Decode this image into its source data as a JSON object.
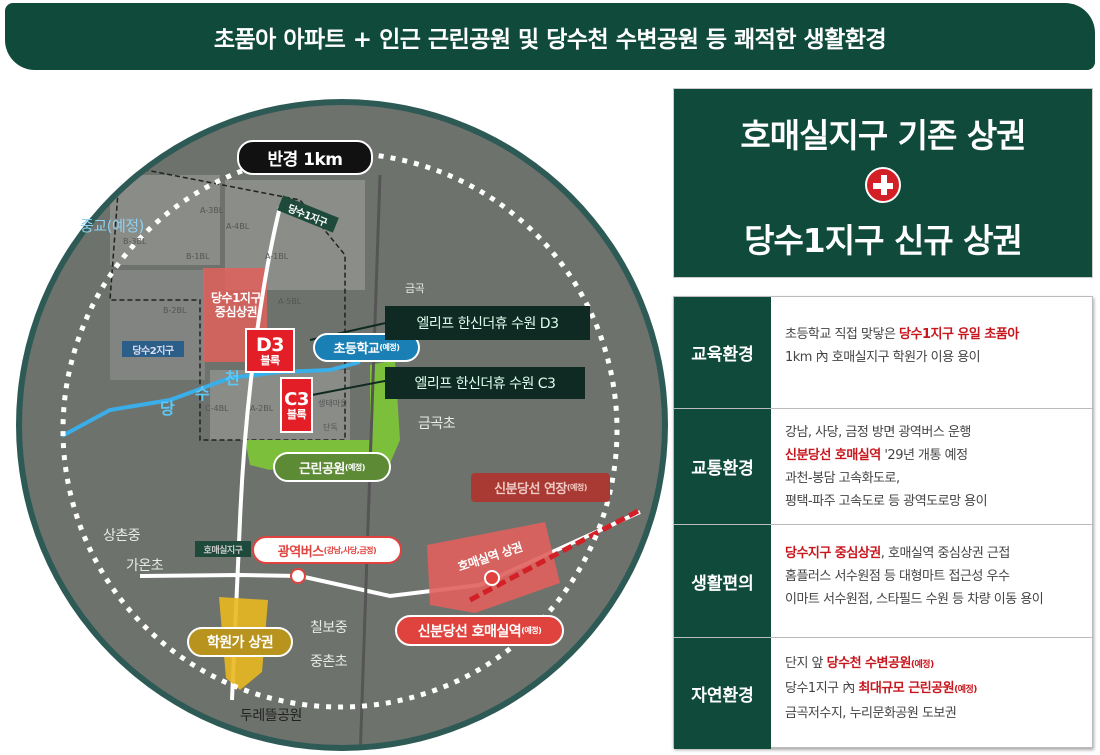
{
  "header": {
    "title": "초품아 아파트 + 인근 근린공원 및 당수천 수변공원 등 쾌적한 생활환경"
  },
  "colors": {
    "brand_green": "#0f4a3a",
    "accent_red": "#c8161d",
    "park_green": "#7bbf3a",
    "school_blue": "#1a7fb5",
    "gold": "#c9a227"
  },
  "map": {
    "radius_label": "반경 1km",
    "district1_tag": "당수1지구",
    "district2_tag": "당수2지구",
    "homaesil_tag": "호매실지구",
    "center_commercial": "당수1지구 중심상권",
    "d3": {
      "code": "D3",
      "unit": "블록"
    },
    "c3": {
      "code": "C3",
      "unit": "블록"
    },
    "school": {
      "name": "초등학교",
      "note": "(예정)"
    },
    "elif_d3": "엘리프 한신더휴 수원 D3",
    "elif_c3": "엘리프 한신더휴 수원 C3",
    "park": {
      "name": "근린공원",
      "note": "(예정)"
    },
    "river": [
      "당",
      "수",
      "천"
    ],
    "line_ext": {
      "name": "신분당선 연장",
      "note": "(예정)"
    },
    "bus": {
      "name": "광역버스",
      "note": "(강남,사당,금정)"
    },
    "station_area": "호매실역 상권",
    "station": {
      "name": "신분당선 호매실역",
      "note": "(예정)"
    },
    "academy": "학원가 상권",
    "places": [
      "중교(예정)",
      "금곡",
      "금곡초",
      "상촌중",
      "가온초",
      "칠보중",
      "중촌초",
      "두레뜰공원"
    ],
    "blocks": [
      "A-3BL",
      "A-4BL",
      "B-3BL",
      "B-1BL",
      "A-1BL",
      "B-2BL",
      "A-5BL",
      "C-4BL",
      "A-2BL",
      "생태마을",
      "단독"
    ]
  },
  "right": {
    "line1": "호매실지구 기존 상권",
    "plus_icon": "plus-icon",
    "line2": "당수1지구 신규 상권"
  },
  "table": [
    {
      "key": "교육환경",
      "lines": [
        {
          "pre": "초등학교 직접 맞닿은 ",
          "hl": "당수1지구 유일 초품아",
          "post": "",
          "note": ""
        },
        {
          "pre": "1km 內 호매실지구 학원가 이용 용이",
          "hl": "",
          "post": "",
          "note": ""
        }
      ]
    },
    {
      "key": "교통환경",
      "lines": [
        {
          "pre": "강남, 사당, 금정 방면 광역버스 운행",
          "hl": "",
          "post": "",
          "note": ""
        },
        {
          "pre": "",
          "hl": "신분당선 호매실역",
          "post": " '29년 개통 예정",
          "note": ""
        },
        {
          "pre": "과천-봉담 고속화도로,",
          "hl": "",
          "post": "",
          "note": ""
        },
        {
          "pre": "평택-파주 고속도로 등 광역도로망 용이",
          "hl": "",
          "post": "",
          "note": ""
        }
      ]
    },
    {
      "key": "생활편의",
      "lines": [
        {
          "pre": "",
          "hl": "당수지구 중심상권",
          "post": ", 호매실역 중심상권 근접",
          "note": ""
        },
        {
          "pre": "홈플러스 서수원점 등 대형마트 접근성 우수",
          "hl": "",
          "post": "",
          "note": ""
        },
        {
          "pre": "이마트 서수원점, 스타필드 수원 등 차량 이동 용이",
          "hl": "",
          "post": "",
          "note": ""
        }
      ]
    },
    {
      "key": "자연환경",
      "lines": [
        {
          "pre": "단지 앞 ",
          "hl": "당수천 수변공원",
          "post": "",
          "note": "(예정)"
        },
        {
          "pre": "당수1지구 內 ",
          "hl": "최대규모 근린공원",
          "post": "",
          "note": "(예정)"
        },
        {
          "pre": "금곡저수지, 누리문화공원 도보권",
          "hl": "",
          "post": "",
          "note": ""
        }
      ]
    }
  ]
}
